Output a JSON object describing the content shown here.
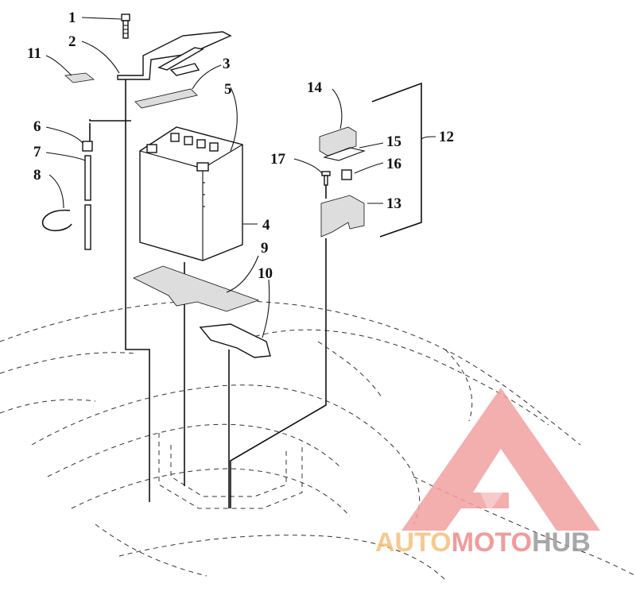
{
  "callouts": [
    {
      "id": "1",
      "label": "1"
    },
    {
      "id": "2",
      "label": "2"
    },
    {
      "id": "3",
      "label": "3"
    },
    {
      "id": "4",
      "label": "4"
    },
    {
      "id": "5",
      "label": "5"
    },
    {
      "id": "6",
      "label": "6"
    },
    {
      "id": "7",
      "label": "7"
    },
    {
      "id": "8",
      "label": "8"
    },
    {
      "id": "9",
      "label": "9"
    },
    {
      "id": "10",
      "label": "10"
    },
    {
      "id": "11",
      "label": "11"
    },
    {
      "id": "12",
      "label": "12"
    },
    {
      "id": "13",
      "label": "13"
    },
    {
      "id": "14",
      "label": "14"
    },
    {
      "id": "15",
      "label": "15"
    },
    {
      "id": "16",
      "label": "16"
    },
    {
      "id": "17",
      "label": "17"
    }
  ],
  "watermark": {
    "part1": "AUTO",
    "part2": "MOTO",
    "part3": "HUB",
    "color1": "#f5c07a",
    "color2": "#f08a8a",
    "color3": "#9a9a9a",
    "logo_color": "#f2a0a0"
  }
}
